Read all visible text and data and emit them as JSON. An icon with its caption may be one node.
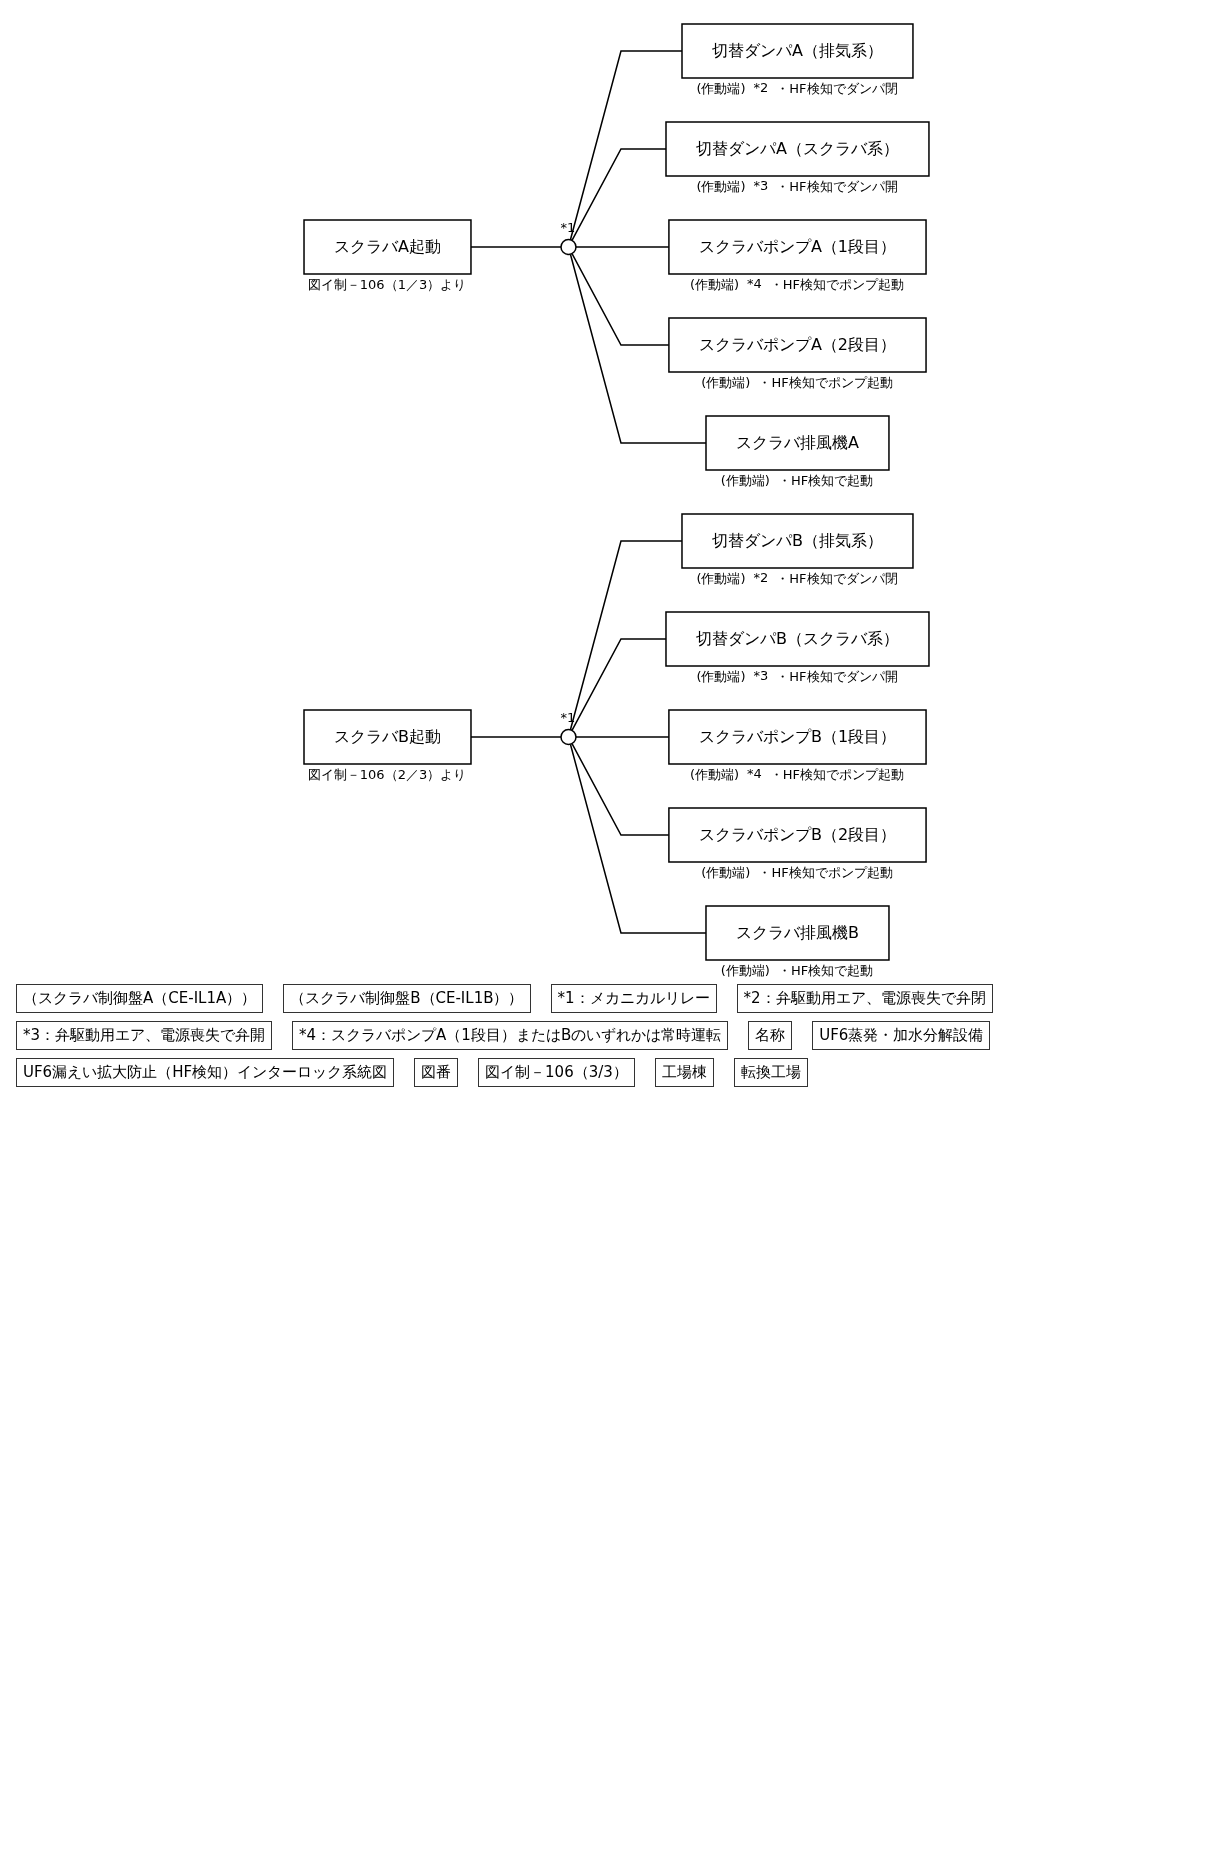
{
  "diagram": {
    "nodes": [
      {
        "text": [
          "スクラバA起動"
        ],
        "beside": [
          "図イ制－106（1／3）より"
        ]
      },
      {
        "text": [],
        "shape": "circle",
        "beside": [
          "*1"
        ]
      },
      {
        "text": [
          "切替ダンパA（排気系）"
        ],
        "beside": [
          "(作動端)",
          "*2",
          "・HF検知でダンパ閉"
        ]
      },
      {
        "text": [
          "切替ダンパA（スクラバ系）"
        ],
        "beside": [
          "(作動端)",
          "*3",
          "・HF検知でダンパ開"
        ]
      },
      {
        "text": [
          "スクラバポンプA（1段目）"
        ],
        "beside": [
          "(作動端)",
          "*4",
          "・HF検知でポンプ起動"
        ]
      },
      {
        "text": [
          "スクラバポンプA（2段目）"
        ],
        "beside": [
          "(作動端)",
          "・HF検知でポンプ起動"
        ]
      },
      {
        "text": [
          "スクラバ排風機A"
        ],
        "beside": [
          "(作動端)",
          "・HF検知で起動"
        ]
      },
      {
        "text": [
          "スクラバB起動"
        ],
        "beside": [
          "図イ制－106（2／3）より"
        ]
      },
      {
        "text": [],
        "shape": "circle",
        "beside": [
          "*1"
        ]
      },
      {
        "text": [
          "切替ダンパB（排気系）"
        ],
        "beside": [
          "(作動端)",
          "*2",
          "・HF検知でダンパ閉"
        ]
      },
      {
        "text": [
          "切替ダンパB（スクラバ系）"
        ],
        "beside": [
          "(作動端)",
          "*3",
          "・HF検知でダンパ開"
        ]
      },
      {
        "text": [
          "スクラバポンプB（1段目）"
        ],
        "beside": [
          "(作動端)",
          "*4",
          "・HF検知でポンプ起動"
        ]
      },
      {
        "text": [
          "スクラバポンプB（2段目）"
        ],
        "beside": [
          "(作動端)",
          "・HF検知でポンプ起動"
        ]
      },
      {
        "text": [
          "スクラバ排風機B"
        ],
        "beside": [
          "(作動端)",
          "・HF検知で起動"
        ]
      }
    ],
    "edges": [
      {
        "from": 0,
        "to": 1,
        "arrow": "none"
      },
      {
        "from": 1,
        "to": 2,
        "arrow": "none"
      },
      {
        "from": 1,
        "to": 3,
        "arrow": "none"
      },
      {
        "from": 1,
        "to": 4,
        "arrow": "none"
      },
      {
        "from": 1,
        "to": 5,
        "arrow": "none"
      },
      {
        "from": 1,
        "to": 6,
        "arrow": "none"
      },
      {
        "from": 7,
        "to": 8,
        "arrow": "none"
      },
      {
        "from": 8,
        "to": 9,
        "arrow": "none"
      },
      {
        "from": 8,
        "to": 10,
        "arrow": "none"
      },
      {
        "from": 8,
        "to": 11,
        "arrow": "none"
      },
      {
        "from": 8,
        "to": 12,
        "arrow": "none"
      },
      {
        "from": 8,
        "to": 13,
        "arrow": "none"
      }
    ],
    "labels": [
      "（スクラバ制御盤A（CE-IL1A））",
      "（スクラバ制御盤B（CE-IL1B））",
      "*1：メカニカルリレー",
      "*2：弁駆動用エア、電源喪失で弁閉",
      "*3：弁駆動用エア、電源喪失で弁開",
      "*4：スクラバポンプA（1段目）またはBのいずれかは常時運転",
      "名称",
      "UF6蒸発・加水分解設備",
      "UF6漏えい拡大防止（HF検知）インターロック系統図",
      "図番",
      "図イ制－106（3/3）",
      "工場棟",
      "転換工場"
    ]
  }
}
